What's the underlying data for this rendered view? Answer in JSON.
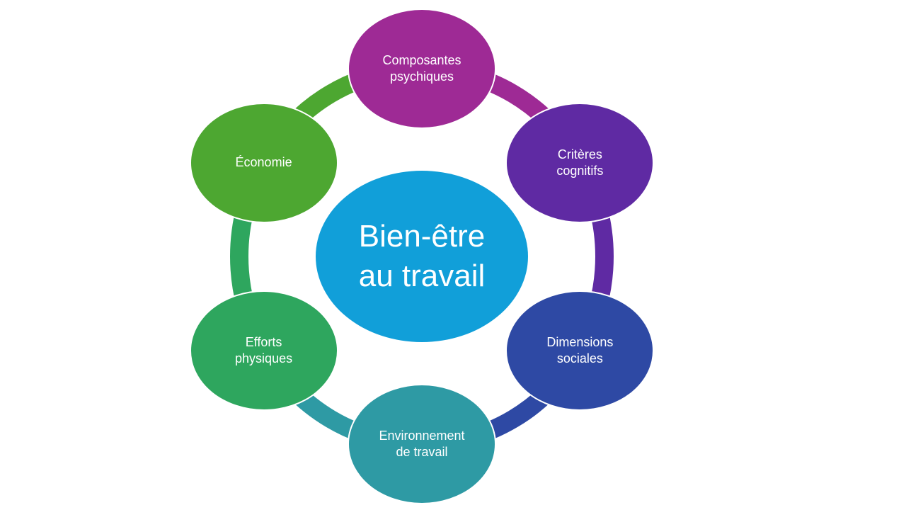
{
  "center": {
    "label": "Bien-être\nau travail",
    "color": "#119fd9"
  },
  "nodes": [
    {
      "id": "composantes-psychiques",
      "label": "Composantes\npsychiques",
      "color": "#9e2a95"
    },
    {
      "id": "criteres-cognitifs",
      "label": "Critères\ncognitifs",
      "color": "#5f2aa3"
    },
    {
      "id": "dimensions-sociales",
      "label": "Dimensions\nsociales",
      "color": "#2e49a4"
    },
    {
      "id": "environnement-de-travail",
      "label": "Environnement\nde travail",
      "color": "#2e9aa4"
    },
    {
      "id": "efforts-physiques",
      "label": "Efforts\nphysiques",
      "color": "#2ea65e"
    },
    {
      "id": "economie",
      "label": "Économie",
      "color": "#4da731"
    }
  ],
  "connectors": [
    {
      "from": "composantes-psychiques",
      "to": "criteres-cognitifs",
      "color": "#9e2a95"
    },
    {
      "from": "criteres-cognitifs",
      "to": "dimensions-sociales",
      "color": "#5f2aa3"
    },
    {
      "from": "dimensions-sociales",
      "to": "environnement-de-travail",
      "color": "#2e49a4"
    },
    {
      "from": "environnement-de-travail",
      "to": "efforts-physiques",
      "color": "#2e9aa4"
    },
    {
      "from": "efforts-physiques",
      "to": "economie",
      "color": "#2ea65e"
    },
    {
      "from": "economie",
      "to": "composantes-psychiques",
      "color": "#4da731"
    }
  ]
}
